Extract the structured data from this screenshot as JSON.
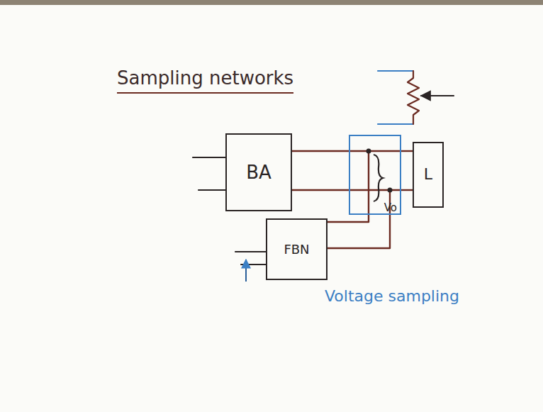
{
  "diagram": {
    "title": "Sampling networks",
    "nodes": [
      {
        "text": [
          "BA"
        ]
      },
      {
        "text": [
          "Vo"
        ]
      },
      {
        "text": [
          "L"
        ]
      },
      {
        "text": [
          "FBN"
        ]
      }
    ],
    "edges": [
      {
        "from": 0,
        "to": 1,
        "arrow": "none"
      },
      {
        "from": 1,
        "to": 2,
        "arrow": "none"
      },
      {
        "from": 3,
        "to": 1,
        "arrow": "none"
      }
    ],
    "labels": [
      "Voltage sampling"
    ]
  }
}
